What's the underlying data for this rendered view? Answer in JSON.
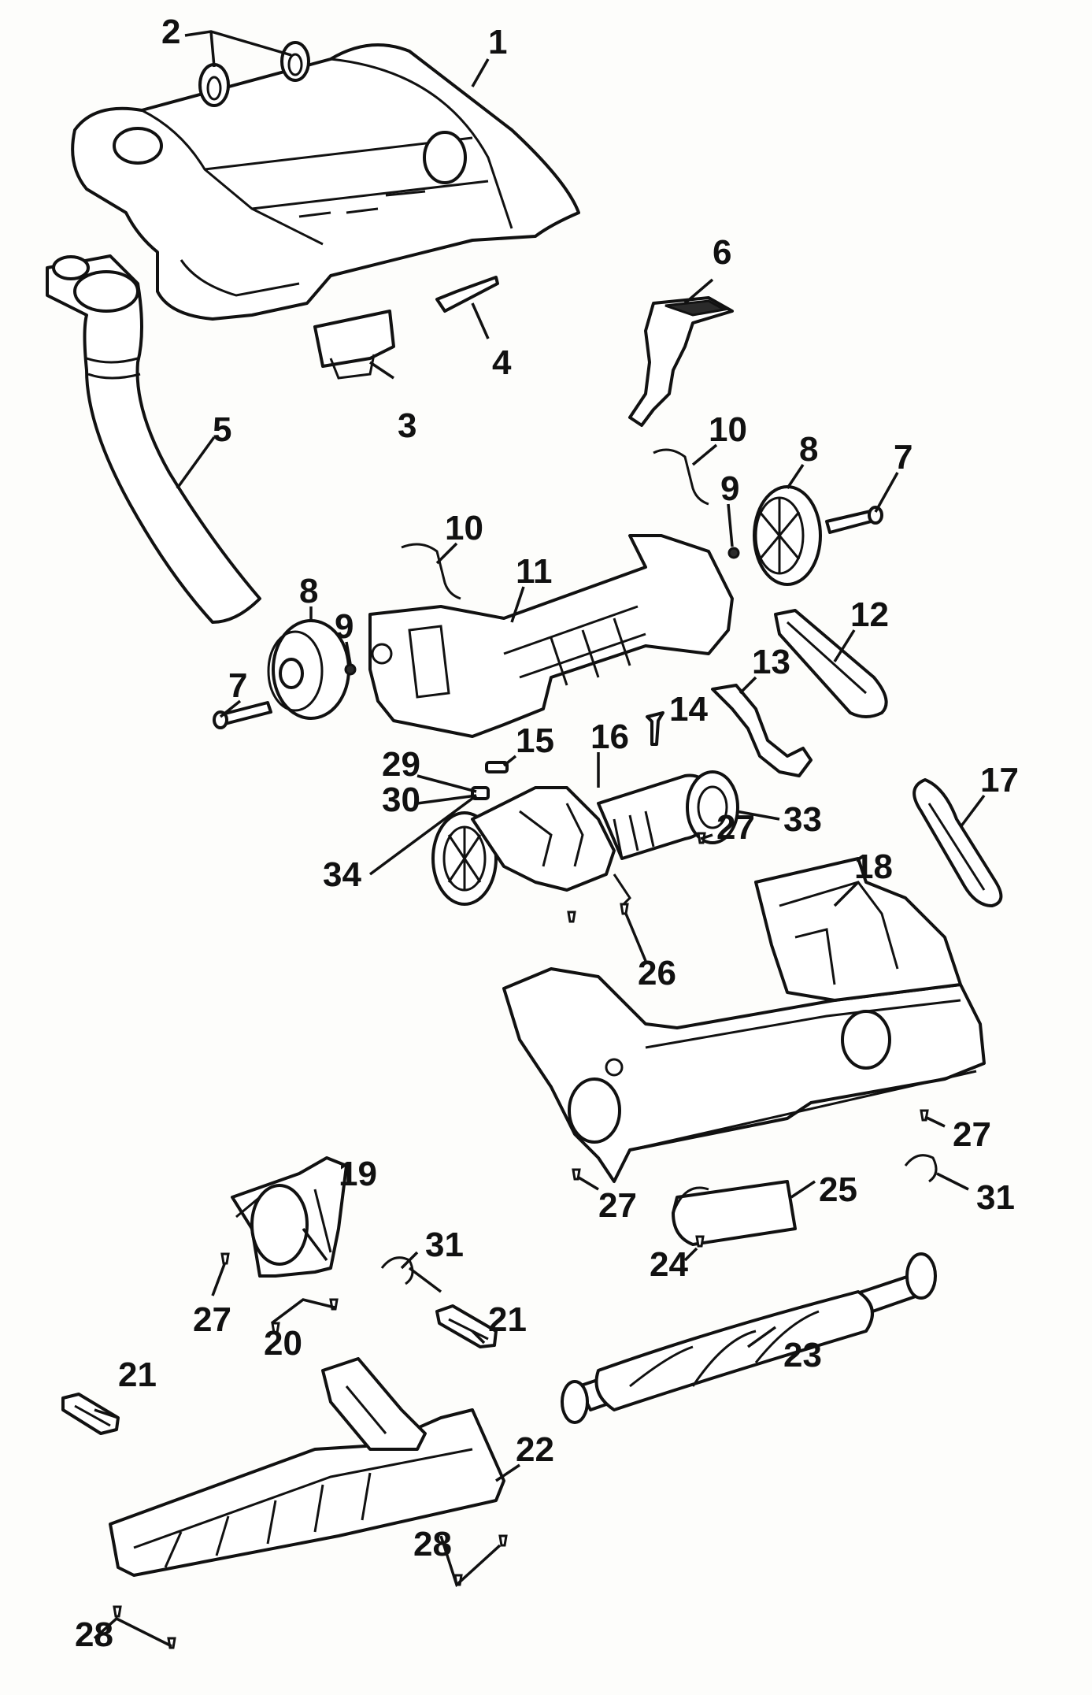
{
  "diagram": {
    "callouts": [
      {
        "id": "c1",
        "label": "1"
      },
      {
        "id": "c2",
        "label": "2"
      },
      {
        "id": "c3",
        "label": "3"
      },
      {
        "id": "c4",
        "label": "4"
      },
      {
        "id": "c5",
        "label": "5"
      },
      {
        "id": "c6",
        "label": "6"
      },
      {
        "id": "c7a",
        "label": "7"
      },
      {
        "id": "c7b",
        "label": "7"
      },
      {
        "id": "c8a",
        "label": "8"
      },
      {
        "id": "c8b",
        "label": "8"
      },
      {
        "id": "c9a",
        "label": "9"
      },
      {
        "id": "c9b",
        "label": "9"
      },
      {
        "id": "c10a",
        "label": "10"
      },
      {
        "id": "c10b",
        "label": "10"
      },
      {
        "id": "c11",
        "label": "11"
      },
      {
        "id": "c12",
        "label": "12"
      },
      {
        "id": "c13",
        "label": "13"
      },
      {
        "id": "c14",
        "label": "14"
      },
      {
        "id": "c15",
        "label": "15"
      },
      {
        "id": "c16",
        "label": "16"
      },
      {
        "id": "c17",
        "label": "17"
      },
      {
        "id": "c18",
        "label": "18"
      },
      {
        "id": "c19",
        "label": "19"
      },
      {
        "id": "c20",
        "label": "20"
      },
      {
        "id": "c21a",
        "label": "21"
      },
      {
        "id": "c21b",
        "label": "21"
      },
      {
        "id": "c22",
        "label": "22"
      },
      {
        "id": "c23",
        "label": "23"
      },
      {
        "id": "c24",
        "label": "24"
      },
      {
        "id": "c25",
        "label": "25"
      },
      {
        "id": "c26",
        "label": "26"
      },
      {
        "id": "c27a",
        "label": "27"
      },
      {
        "id": "c27b",
        "label": "27"
      },
      {
        "id": "c27c",
        "label": "27"
      },
      {
        "id": "c27d",
        "label": "27"
      },
      {
        "id": "c28a",
        "label": "28"
      },
      {
        "id": "c28b",
        "label": "28"
      },
      {
        "id": "c29",
        "label": "29"
      },
      {
        "id": "c30",
        "label": "30"
      },
      {
        "id": "c31a",
        "label": "31"
      },
      {
        "id": "c31b",
        "label": "31"
      },
      {
        "id": "c33",
        "label": "33"
      },
      {
        "id": "c34",
        "label": "34"
      }
    ]
  }
}
